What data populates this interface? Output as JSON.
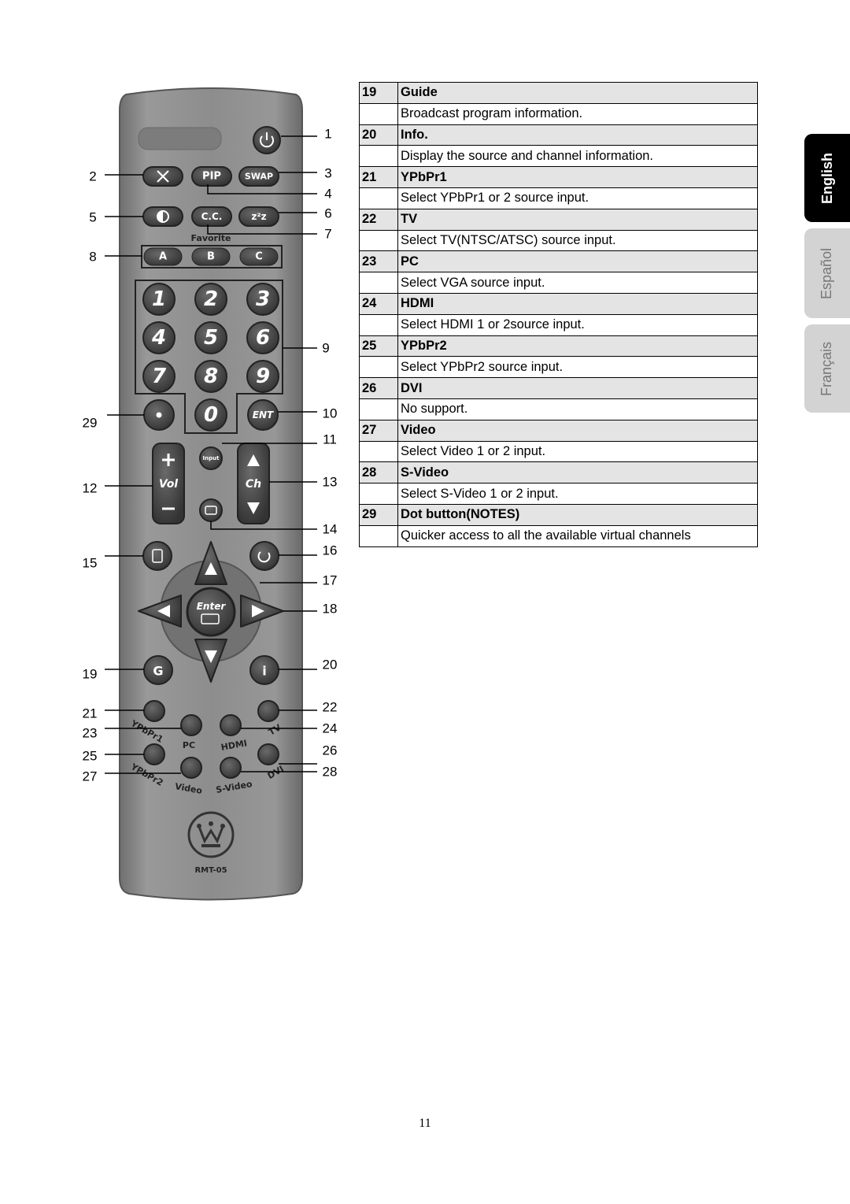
{
  "remote": {
    "button_labels": {
      "pip": "PIP",
      "swap": "SWAP",
      "cc": "C.C.",
      "sleep": "z²z",
      "favorite": "Favorite",
      "a": "A",
      "b": "B",
      "c": "C",
      "digits": [
        "1",
        "2",
        "3",
        "4",
        "5",
        "6",
        "7",
        "8",
        "9",
        "0"
      ],
      "ent": "ENT",
      "input": "Input",
      "vol": "Vol",
      "ch": "Ch",
      "enter": "Enter",
      "ypbpr1": "YPbPr1",
      "pc": "PC",
      "hdmi": "HDMI",
      "tv": "TV",
      "ypbpr2": "YPbPr2",
      "video": "Video",
      "svideo": "S-Video",
      "dvi": "DVI",
      "model": "RMT-05"
    },
    "callouts": {
      "left": [
        "2",
        "5",
        "8",
        "29",
        "12",
        "15",
        "19",
        "21",
        "23",
        "25",
        "27"
      ],
      "right": [
        "1",
        "3",
        "4",
        "6",
        "7",
        "9",
        "10",
        "11",
        "13",
        "14",
        "16",
        "17",
        "18",
        "20",
        "22",
        "24",
        "26",
        "28"
      ]
    }
  },
  "table": {
    "rows": [
      {
        "num": "19",
        "name": "Guide",
        "desc": "Broadcast program information."
      },
      {
        "num": "20",
        "name": "Info.",
        "desc": "Display the source and channel information."
      },
      {
        "num": "21",
        "name": "YPbPr1",
        "desc": "Select YPbPr1 or 2 source input."
      },
      {
        "num": "22",
        "name": "TV",
        "desc": "Select TV(NTSC/ATSC) source input."
      },
      {
        "num": "23",
        "name": "PC",
        "desc": "Select VGA source input."
      },
      {
        "num": "24",
        "name": "HDMI",
        "desc": "Select HDMI 1 or 2source input."
      },
      {
        "num": "25",
        "name": "YPbPr2",
        "desc": "Select YPbPr2 source input."
      },
      {
        "num": "26",
        "name": "DVI",
        "desc": "No support."
      },
      {
        "num": "27",
        "name": "Video",
        "desc": "Select Video 1 or 2 input."
      },
      {
        "num": "28",
        "name": "S-Video",
        "desc": "Select S-Video 1 or 2 input."
      },
      {
        "num": "29",
        "name": "Dot button(NOTES)",
        "desc": "Quicker access to all the available virtual channels"
      }
    ]
  },
  "tabs": {
    "english": "English",
    "espanol": "Español",
    "francais": "Français"
  },
  "page_number": "11",
  "colors": {
    "remote_body": "#8a8a8a",
    "button": "#4a4a4a",
    "table_header": "#e4e4e4",
    "active_tab": "#000000",
    "inactive_tab": "#d3d3d3"
  }
}
